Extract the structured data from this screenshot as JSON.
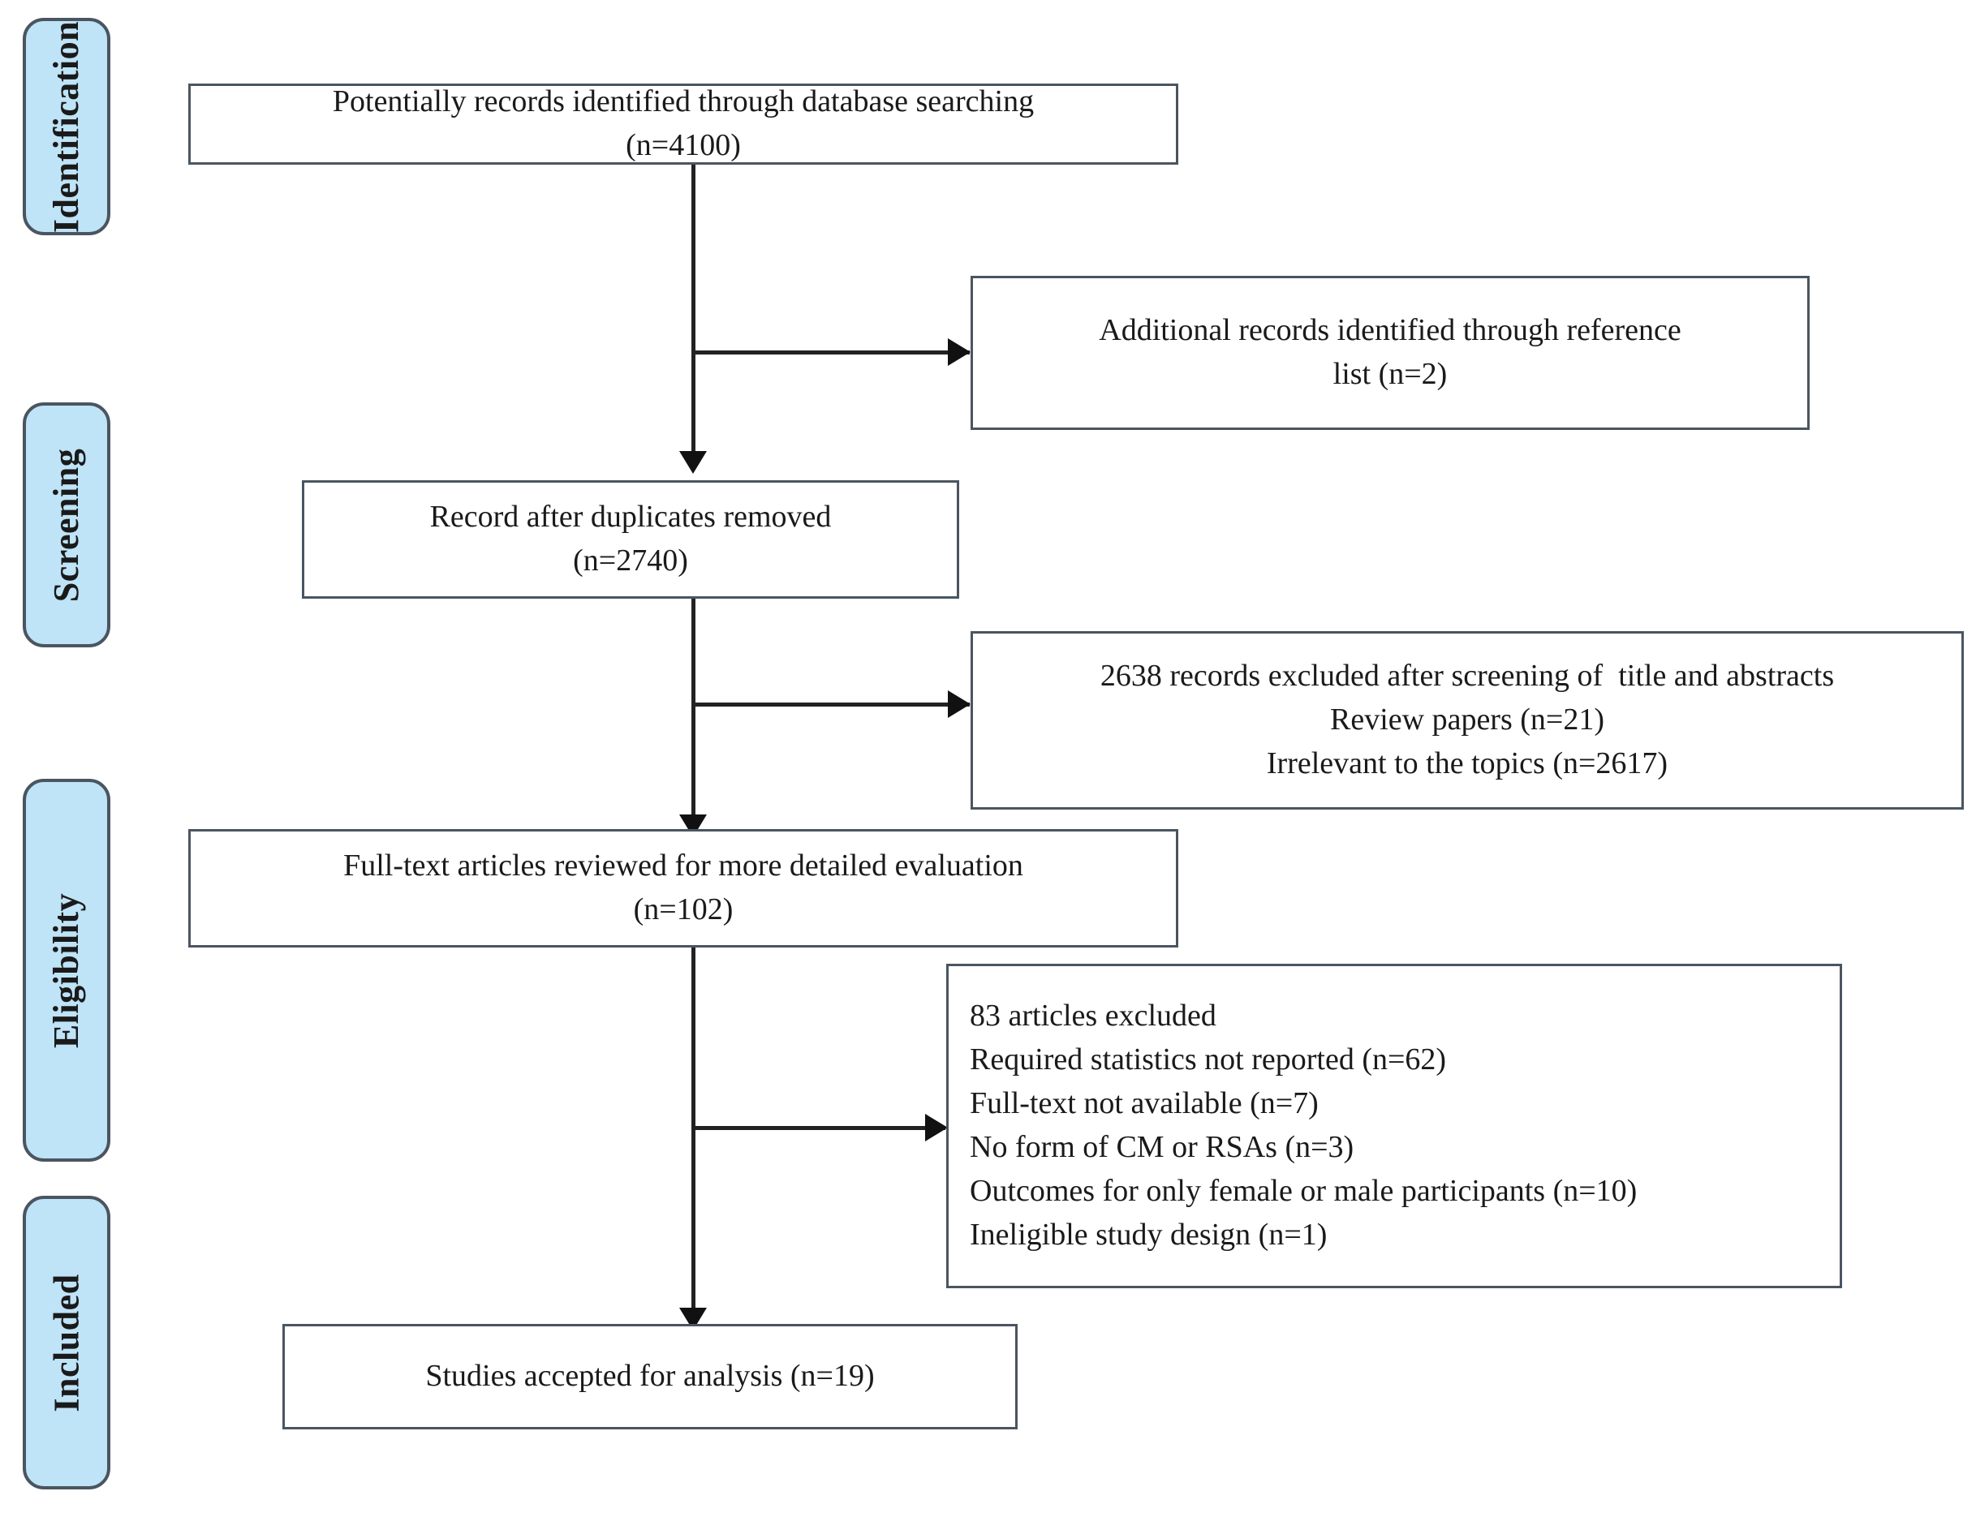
{
  "diagram": {
    "title": "PRISMA study selection flow diagram",
    "type": "flowchart",
    "accent_color": "#bfe3f7",
    "border_color": "#4a5560",
    "connector_color": "#222222",
    "background_color": "#ffffff"
  },
  "stages": [
    {
      "id": "identification",
      "label": "Identification"
    },
    {
      "id": "screening",
      "label": "Screening"
    },
    {
      "id": "eligibility",
      "label": "Eligibility"
    },
    {
      "id": "included",
      "label": "Included"
    }
  ],
  "boxes": {
    "records_identified": {
      "id": "records-identified",
      "align": "center",
      "lines": [
        "Potentially records identified through database searching",
        "(n=4100)"
      ],
      "n": 4100
    },
    "additional_records": {
      "id": "additional-records",
      "align": "center",
      "lines": [
        "Additional records identified through reference",
        "list (n=2)"
      ],
      "n": 2
    },
    "after_duplicates": {
      "id": "records-after-duplicates",
      "align": "center",
      "lines": [
        "Record after duplicates removed",
        "(n=2740)"
      ],
      "n": 2740
    },
    "screening_excluded": {
      "id": "records-excluded-screening",
      "align": "center",
      "lines": [
        "2638 records excluded after screening of  title and abstracts",
        "Review papers (n=21)",
        "Irrelevant to the topics (n=2617)"
      ],
      "n": 2638,
      "reasons": [
        {
          "reason": "Review papers",
          "n": 21
        },
        {
          "reason": "Irrelevant to the topics",
          "n": 2617
        }
      ]
    },
    "fulltext_reviewed": {
      "id": "fulltext-reviewed",
      "align": "center",
      "lines": [
        "Full-text articles reviewed for more detailed evaluation",
        "(n=102)"
      ],
      "n": 102
    },
    "fulltext_excluded": {
      "id": "fulltext-excluded",
      "align": "left",
      "lines": [
        "83 articles excluded",
        "Required statistics not reported (n=62)",
        "Full-text not available (n=7)",
        "No form of CM or RSAs (n=3)",
        "Outcomes for only female or male participants (n=10)",
        "Ineligible study design (n=1)"
      ],
      "n": 83,
      "reasons": [
        {
          "reason": "Required statistics not reported",
          "n": 62
        },
        {
          "reason": "Full-text not available",
          "n": 7
        },
        {
          "reason": "No form of CM or RSAs",
          "n": 3
        },
        {
          "reason": "Outcomes for only female or male participants",
          "n": 10
        },
        {
          "reason": "Ineligible study design",
          "n": 1
        }
      ]
    },
    "studies_accepted": {
      "id": "studies-accepted",
      "align": "center",
      "lines": [
        "Studies accepted for analysis (n=19)"
      ],
      "n": 19
    }
  }
}
